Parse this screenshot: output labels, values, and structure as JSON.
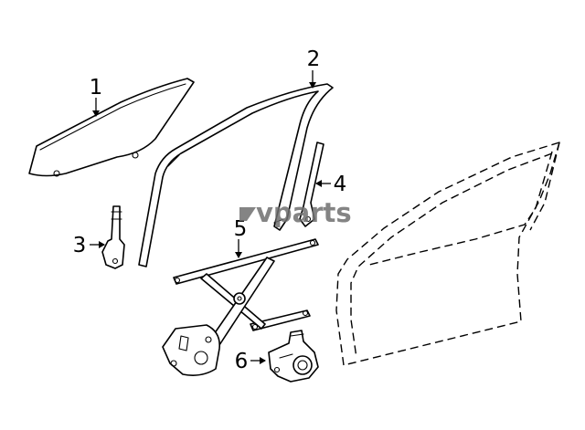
{
  "watermark": {
    "text": "vparts"
  },
  "callouts": [
    {
      "id": "1",
      "label": "1"
    },
    {
      "id": "2",
      "label": "2"
    },
    {
      "id": "3",
      "label": "3"
    },
    {
      "id": "4",
      "label": "4"
    },
    {
      "id": "5",
      "label": "5"
    },
    {
      "id": "6",
      "label": "6"
    }
  ],
  "colors": {
    "line": "#000000",
    "background": "#ffffff",
    "watermark": "#6f6f6f"
  }
}
